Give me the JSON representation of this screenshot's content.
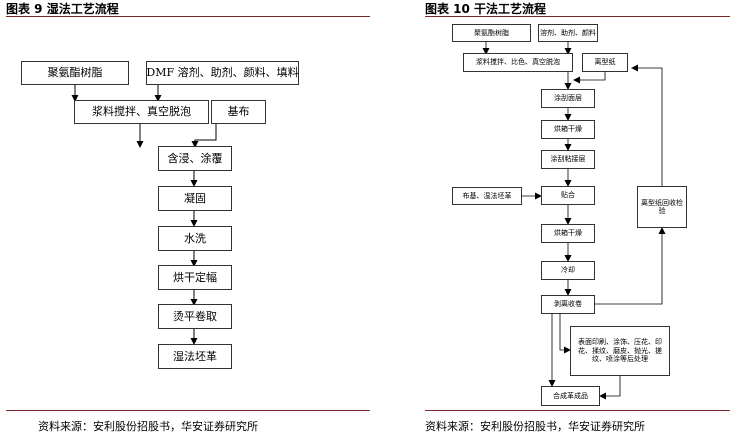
{
  "left": {
    "title": "图表 9  湿法工艺流程",
    "source": "资料来源：安利股份招股书，华安证券研究所",
    "boxes": {
      "resin": "聚氨酯树脂",
      "dmf": "DMF 溶剂、助剂、颜料、填料",
      "mix": "浆料搅拌、真空脱泡",
      "base": "基布",
      "impregnate": "含浸、涂覆",
      "coagulate": "凝固",
      "wash": "水洗",
      "dry": "烘干定幅",
      "iron": "烫平卷取",
      "leather": "湿法坯革"
    }
  },
  "right": {
    "title": "图表 10  干法工艺流程",
    "source": "资料来源：安利股份招股书，华安证券研究所",
    "boxes": {
      "resin": "聚氨酯树脂",
      "solvent": "溶剂、助剂、颜料",
      "mix": "浆料搅拌、比色、真空脱泡",
      "release": "离型纸",
      "coat_surface": "涂刮面层",
      "dry1": "烘箱干燥",
      "coat_adhesive": "涂刮粘接层",
      "base": "布基、湿法坯革",
      "laminate": "贴合",
      "dry2": "烘箱干燥",
      "cool": "冷却",
      "peel": "剥离收卷",
      "recycle": "离型纸回收检验",
      "post": "表面印刷、涂饰、压花、印花、揉纹、磨皮、抛光、搓纹、喷涂等后处理",
      "product": "合成革成品"
    }
  }
}
